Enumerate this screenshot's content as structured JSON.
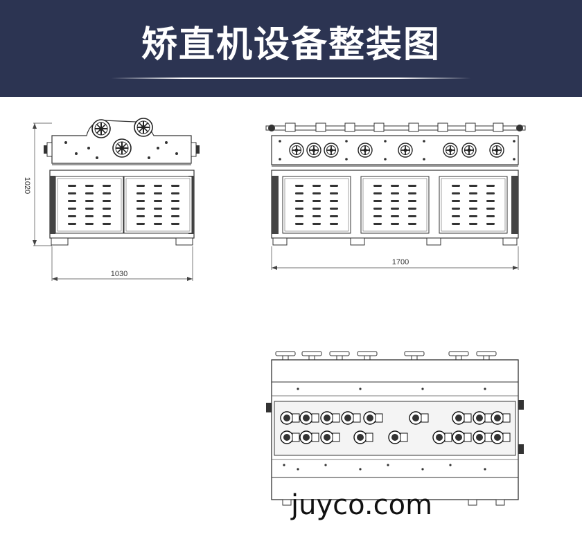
{
  "banner": {
    "title": "矫直机设备整装图"
  },
  "front_view": {
    "height_label": "1020",
    "width_label": "1030"
  },
  "side_view": {
    "length_label": "1700"
  },
  "watermark": "juyco.com",
  "colors": {
    "banner_bg": "#2c3452",
    "banner_text": "#ffffff",
    "line": "#333333"
  }
}
